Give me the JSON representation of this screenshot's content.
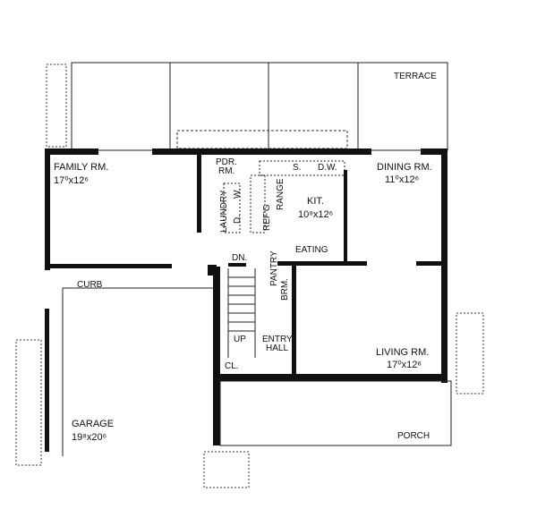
{
  "rooms": {
    "terrace": "TERRACE",
    "family_name": "FAMILY RM.",
    "family_size": "17⁰x12⁶",
    "powder_a": "PDR.",
    "powder_b": "RM.",
    "laundry": "LAUNDRY",
    "washer": "W.",
    "dryer": "D.",
    "refrigerator": "REF'G",
    "range": "RANGE",
    "sink": "S.",
    "dishwasher": "D.W.",
    "kitchen_name": "KIT.",
    "kitchen_size": "10⁸x12⁶",
    "dining_name": "DINING RM.",
    "dining_size": "11⁰x12⁶",
    "eating": "EATING",
    "down": "DN.",
    "pantry": "PANTRY",
    "broom": "BRM.",
    "up": "UP",
    "entry_a": "ENTRY",
    "entry_b": "HALL",
    "closet": "CL.",
    "curb": "CURB",
    "living_name": "LIVING RM.",
    "living_size": "17⁰x12⁶",
    "garage_name": "GARAGE",
    "garage_size": "19⁸x20⁶",
    "porch": "PORCH"
  }
}
